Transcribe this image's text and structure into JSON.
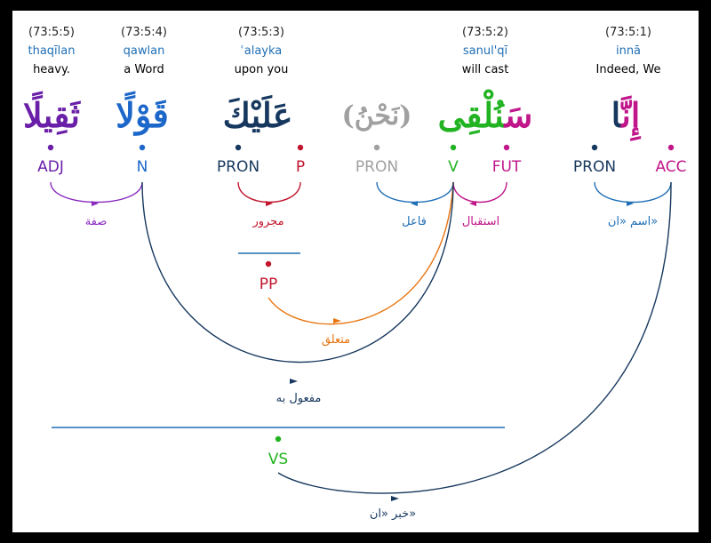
{
  "words": [
    {
      "ref": "(73:5:5)",
      "translit": "thaqīlan",
      "gloss": "heavy.",
      "arabic": "ثَقِيلًا",
      "arabic_color": "#6a1fa8"
    },
    {
      "ref": "(73:5:4)",
      "translit": "qawlan",
      "gloss": "a Word",
      "arabic": "قَوْلًا",
      "arabic_color": "#1c67c9"
    },
    {
      "ref": "(73:5:3)",
      "translit": "ʿalayka",
      "gloss": "upon you",
      "arabic": "عَلَيْكَ",
      "arabic_color": "#17385e"
    },
    {
      "hidden_arabic": "(نَحْنُ)",
      "arabic_color": "#a0a0a0"
    },
    {
      "ref": "(73:5:2)",
      "translit": "sanul'qī",
      "gloss": "will cast",
      "arabic": "سَنُلْقِى",
      "arabic_color": "#c0168a"
    },
    {
      "ref": "(73:5:1)",
      "translit": "innā",
      "gloss": "Indeed, We",
      "arabic": "إِنَّا",
      "arabic_color": "#c0168a"
    }
  ],
  "pos_tags": [
    {
      "label": "ADJ",
      "color": "#6a1fa8"
    },
    {
      "label": "N",
      "color": "#1c67c9"
    },
    {
      "label": "PRON",
      "color": "#17385e"
    },
    {
      "label": "P",
      "color": "#c0152d"
    },
    {
      "label": "PRON",
      "color": "#a0a0a0"
    },
    {
      "label": "V",
      "color": "#21b321"
    },
    {
      "label": "FUT",
      "color": "#c0168a"
    },
    {
      "label": "PRON",
      "color": "#17385e"
    },
    {
      "label": "ACC",
      "color": "#c0168a"
    }
  ],
  "phrase_tags": [
    {
      "label": "PP",
      "color": "#c0152d"
    },
    {
      "label": "VS",
      "color": "#21b321"
    }
  ],
  "relations": [
    {
      "label": "صفة",
      "color": "#8a2bbf"
    },
    {
      "label": "مجرور",
      "color": "#c0152d"
    },
    {
      "label": "فاعل",
      "color": "#1f6fb5"
    },
    {
      "label": "استقبال",
      "color": "#c0168a"
    },
    {
      "label": "اسم «ان»",
      "color": "#1f6fb5"
    },
    {
      "label": "متعلق",
      "color": "#e87410"
    },
    {
      "label": "مفعول به",
      "color": "#17385e"
    },
    {
      "label": "خبر «ان»",
      "color": "#17385e"
    }
  ]
}
